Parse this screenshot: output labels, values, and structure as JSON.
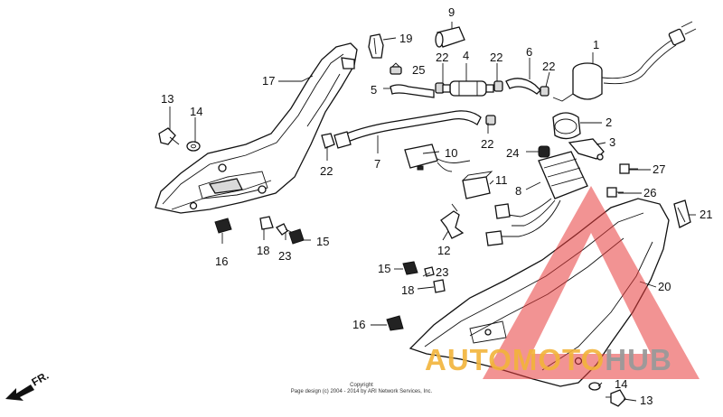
{
  "callouts": {
    "c1": "1",
    "c2": "2",
    "c3": "3",
    "c4": "4",
    "c5": "5",
    "c6": "6",
    "c7": "7",
    "c8": "8",
    "c9": "9",
    "c10": "10",
    "c11": "11",
    "c12": "12",
    "c13a": "13",
    "c13b": "13",
    "c14a": "14",
    "c14b": "14",
    "c15a": "15",
    "c15b": "15",
    "c16a": "16",
    "c16b": "16",
    "c17": "17",
    "c18a": "18",
    "c18b": "18",
    "c19": "19",
    "c20": "20",
    "c21": "21",
    "c22a": "22",
    "c22b": "22",
    "c22c": "22",
    "c22d": "22",
    "c22e": "22",
    "c23a": "23",
    "c23b": "23",
    "c24": "24",
    "c25": "25",
    "c26": "26",
    "c27": "27"
  },
  "direction_label": "FR.",
  "watermark": {
    "part_a": "AUTOMOTO",
    "part_b": "HUB",
    "color_a": "#f2b43a",
    "color_b": "#9a9a9a",
    "triangle_color": "#e83a3a"
  },
  "copyright": {
    "line1": "Copyright",
    "line2": "Page design (c) 2004 - 2014 by ARI Network Services, Inc."
  }
}
